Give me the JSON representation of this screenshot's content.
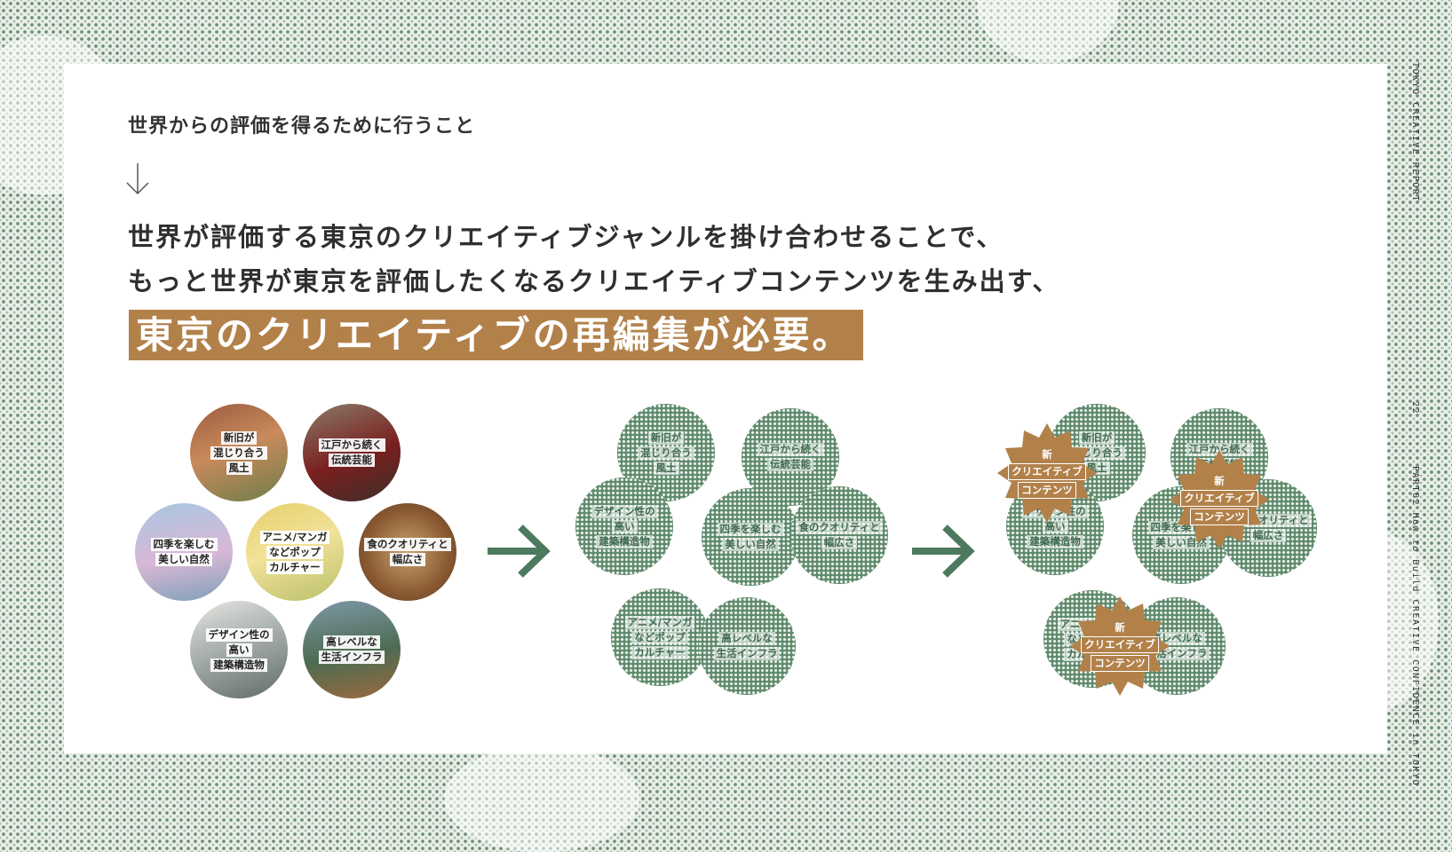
{
  "report_title": "TOKYO CREATIVE REPORT",
  "page_number": "22",
  "part_title": "PART02 How to Build CREATIVE CONFIDENCE in TOKYO",
  "lead": "世界からの評価を得るために行うこと",
  "body_line1": "世界が評価する東京のクリエイティブジャンルを掛け合わせることで、",
  "body_line2": "もっと世界が東京を評価したくなるクリエイティブコンテンツを生み出す、",
  "highlight": "東京のクリエイティブの再編集が必要。",
  "genres": {
    "fudo": [
      "新旧が",
      "混じり合う",
      "風土"
    ],
    "dento": [
      "江戸から続く",
      "伝統芸能"
    ],
    "shizen": [
      "四季を楽しむ",
      "美しい自然"
    ],
    "pop": [
      "アニメ/マンガ",
      "などポップ",
      "カルチャー"
    ],
    "shoku": [
      "食のクオリティと",
      "幅広さ"
    ],
    "kenchiku": [
      "デザイン性の",
      "高い",
      "建築構造物"
    ],
    "infra": [
      "高レベルな",
      "生活インフラ"
    ]
  },
  "new_badge": [
    "新",
    "クリエイティブ",
    "コンテンツ"
  ],
  "colors": {
    "accent": "#b2814a",
    "green": "#4d7a5e"
  }
}
